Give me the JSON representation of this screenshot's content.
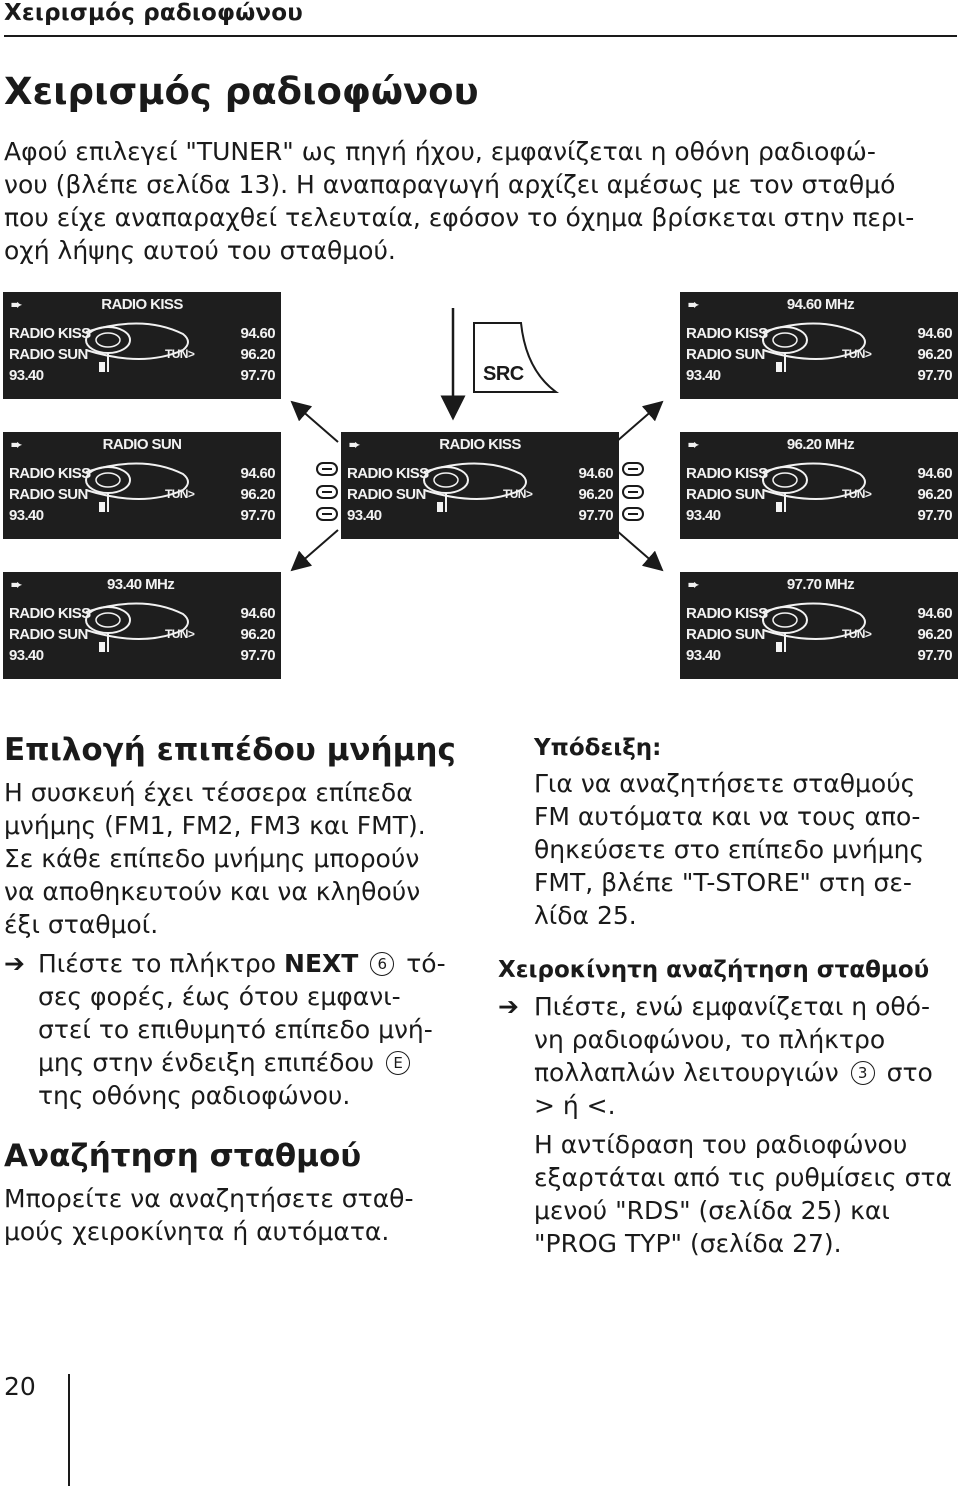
{
  "header": {
    "title": "Χειρισμός ραδιοφώνου"
  },
  "main_title": "Χειρισμός ραδιοφώνου",
  "intro_lines": [
    "Αφού επιλεγεί \"TUNER\" ως πηγή ήχου, εμφανίζεται η οθόνη ραδιοφώ-",
    "νου (βλέπε σελίδα 13). Η αναπαραγωγή αρχίζει αμέσως με τον σταθμό",
    "που είχε αναπαραχθεί τελευταία, εφόσον το όχημα βρίσκεται στην περι-",
    "οχή λήψης αυτού του σταθμού."
  ],
  "displays": {
    "common": {
      "arrow": "➨",
      "stations": [
        "RADIO KISS",
        "RADIO SUN",
        "93.40"
      ],
      "freqs": [
        "94.60",
        "96.20",
        "97.70"
      ],
      "tun": "TUN>"
    },
    "top_left": "RADIO KISS",
    "top_right": "94.60 MHz",
    "mid_left": "RADIO SUN",
    "mid_center": "RADIO KISS",
    "mid_right": "96.20 MHz",
    "bot_left": "93.40 MHz",
    "bot_right": "97.70 MHz"
  },
  "src_button": "SRC",
  "left_column": {
    "heading1": "Επιλογή επιπέδου μνήμης",
    "para1": [
      "Η συσκευή έχει τέσσερα επίπεδα",
      "μνήμης (FM1, FM2, FM3 και FMT).",
      "Σε κάθε επίπεδο μνήμης μπορούν",
      "να αποθηκευτούν και να κληθούν",
      "έξι σταθμοί."
    ],
    "bullet": "➔",
    "step_pre": "Πιέστε το πλήκτρο ",
    "step_key": "NEXT",
    "step_num": "6",
    "step_post1": " τό-",
    "step_lines": [
      "σες φορές, έως ότου εμφανι-",
      "στεί το επιθυμητό επίπεδο μνή-"
    ],
    "step_line4_pre": "μης στην ένδειξη επιπέδου",
    "step_letter": "E",
    "step_line5": "της οθόνης ραδιοφώνου.",
    "heading2": "Αναζήτηση σταθμού",
    "para2": [
      "Μπορείτε να αναζητήσετε σταθ-",
      "μούς χειροκίνητα ή αυτόματα."
    ]
  },
  "right_column": {
    "note_title": "Υπόδειξη:",
    "note_lines": [
      "Για να αναζητήσετε σταθμούς",
      "FM αυτόματα και να τους απο-",
      "θηκεύσετε στο επίπεδο μνήμης",
      "FMT, βλέπε \"T-STORE\" στη σε-",
      "λίδα 25."
    ],
    "heading": "Χειροκίνητη αναζήτηση σταθμού",
    "bullet": "➔",
    "step_line1": "Πιέστε, ενώ εμφανίζεται η οθό-",
    "step_line2": "νη ραδιοφώνου, το πλήκτρο",
    "step_line3_pre": "πολλαπλών λειτουργιών",
    "step_num": "3",
    "step_line3_post": "στο",
    "step_line4": "> ή <.",
    "para_lines": [
      "Η αντίδραση του ραδιοφώνου",
      "εξαρτάται από τις ρυθμίσεις στα",
      "μενού \"RDS\" (σελίδα 25) και",
      "\"PROG TYP\" (σελίδα 27)."
    ]
  },
  "page_number": "20"
}
